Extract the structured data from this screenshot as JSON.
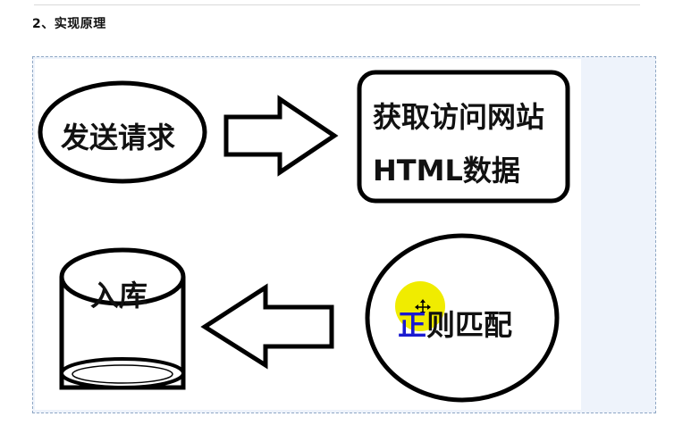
{
  "heading": "2、实现原理",
  "diagram": {
    "send_request": "发送请求",
    "fetch_line1": "获取访问网站",
    "fetch_line2": "HTML数据",
    "regex_match_part1": "正",
    "regex_match_part2": "则匹配",
    "store": "入库"
  }
}
